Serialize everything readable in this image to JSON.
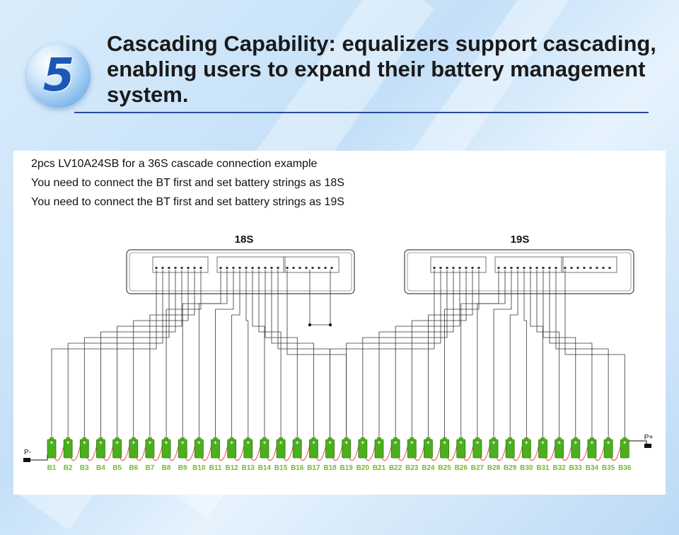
{
  "section_number": "5",
  "headline": "Cascading Capability: equalizers support cascading, enabling users to expand their battery management system.",
  "notes": [
    "2pcs LV10A24SB for a 36S cascade connection example",
    "You need to connect the BT first and set battery strings as 18S",
    "You need to connect the BT first and set battery strings as 19S"
  ],
  "modules": [
    {
      "label": "18S"
    },
    {
      "label": "19S"
    }
  ],
  "terminals": {
    "negative": "P-",
    "positive": "P+"
  },
  "cells": [
    "B1",
    "B2",
    "B3",
    "B4",
    "B5",
    "B6",
    "B7",
    "B8",
    "B9",
    "B10",
    "B11",
    "B12",
    "B13",
    "B14",
    "B15",
    "B16",
    "B17",
    "B18",
    "B19",
    "B20",
    "B21",
    "B22",
    "B23",
    "B24",
    "B25",
    "B26",
    "B27",
    "B28",
    "B29",
    "B30",
    "B31",
    "B32",
    "B33",
    "B34",
    "B35",
    "B36"
  ],
  "colors": {
    "cell": "#4caf1e",
    "cell_label": "#6bbf2a",
    "wire": "#333333",
    "link": "#e04040",
    "title_rule": "#2a4a9a"
  }
}
